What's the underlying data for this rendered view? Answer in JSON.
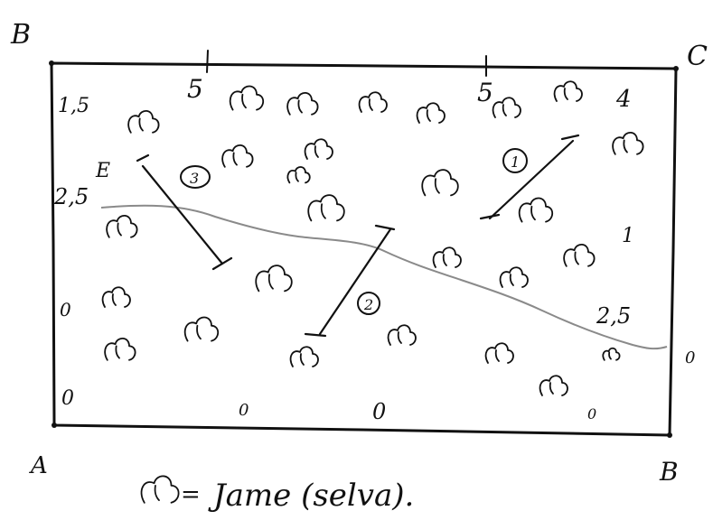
{
  "corners": {
    "top_left": "B",
    "top_right": "C",
    "bottom_left": "A",
    "bottom_right": "B"
  },
  "edge_marks": {
    "top_left": "5",
    "top_right": "5",
    "top_corner_value": "4"
  },
  "values": {
    "left_top": "1,5",
    "left_mid": "2,5",
    "left_lower": "0",
    "left_bottom": "0",
    "right_mid": "1",
    "right_lower": "2,5",
    "right_edge": "0",
    "bottom_mid_left": "0",
    "bottom_mid_right": "0",
    "bottom_right": "0",
    "small_mark": "E"
  },
  "transects": [
    {
      "label": "1"
    },
    {
      "label": "2"
    },
    {
      "label": "3"
    }
  ],
  "legend": {
    "equals": "=",
    "text": "Jame (selva)."
  },
  "colors": {
    "ink": "#111111",
    "river": "#8a8a8a",
    "background": "#ffffff"
  },
  "icons": {
    "tree": "cloud-shaped tree symbol"
  }
}
